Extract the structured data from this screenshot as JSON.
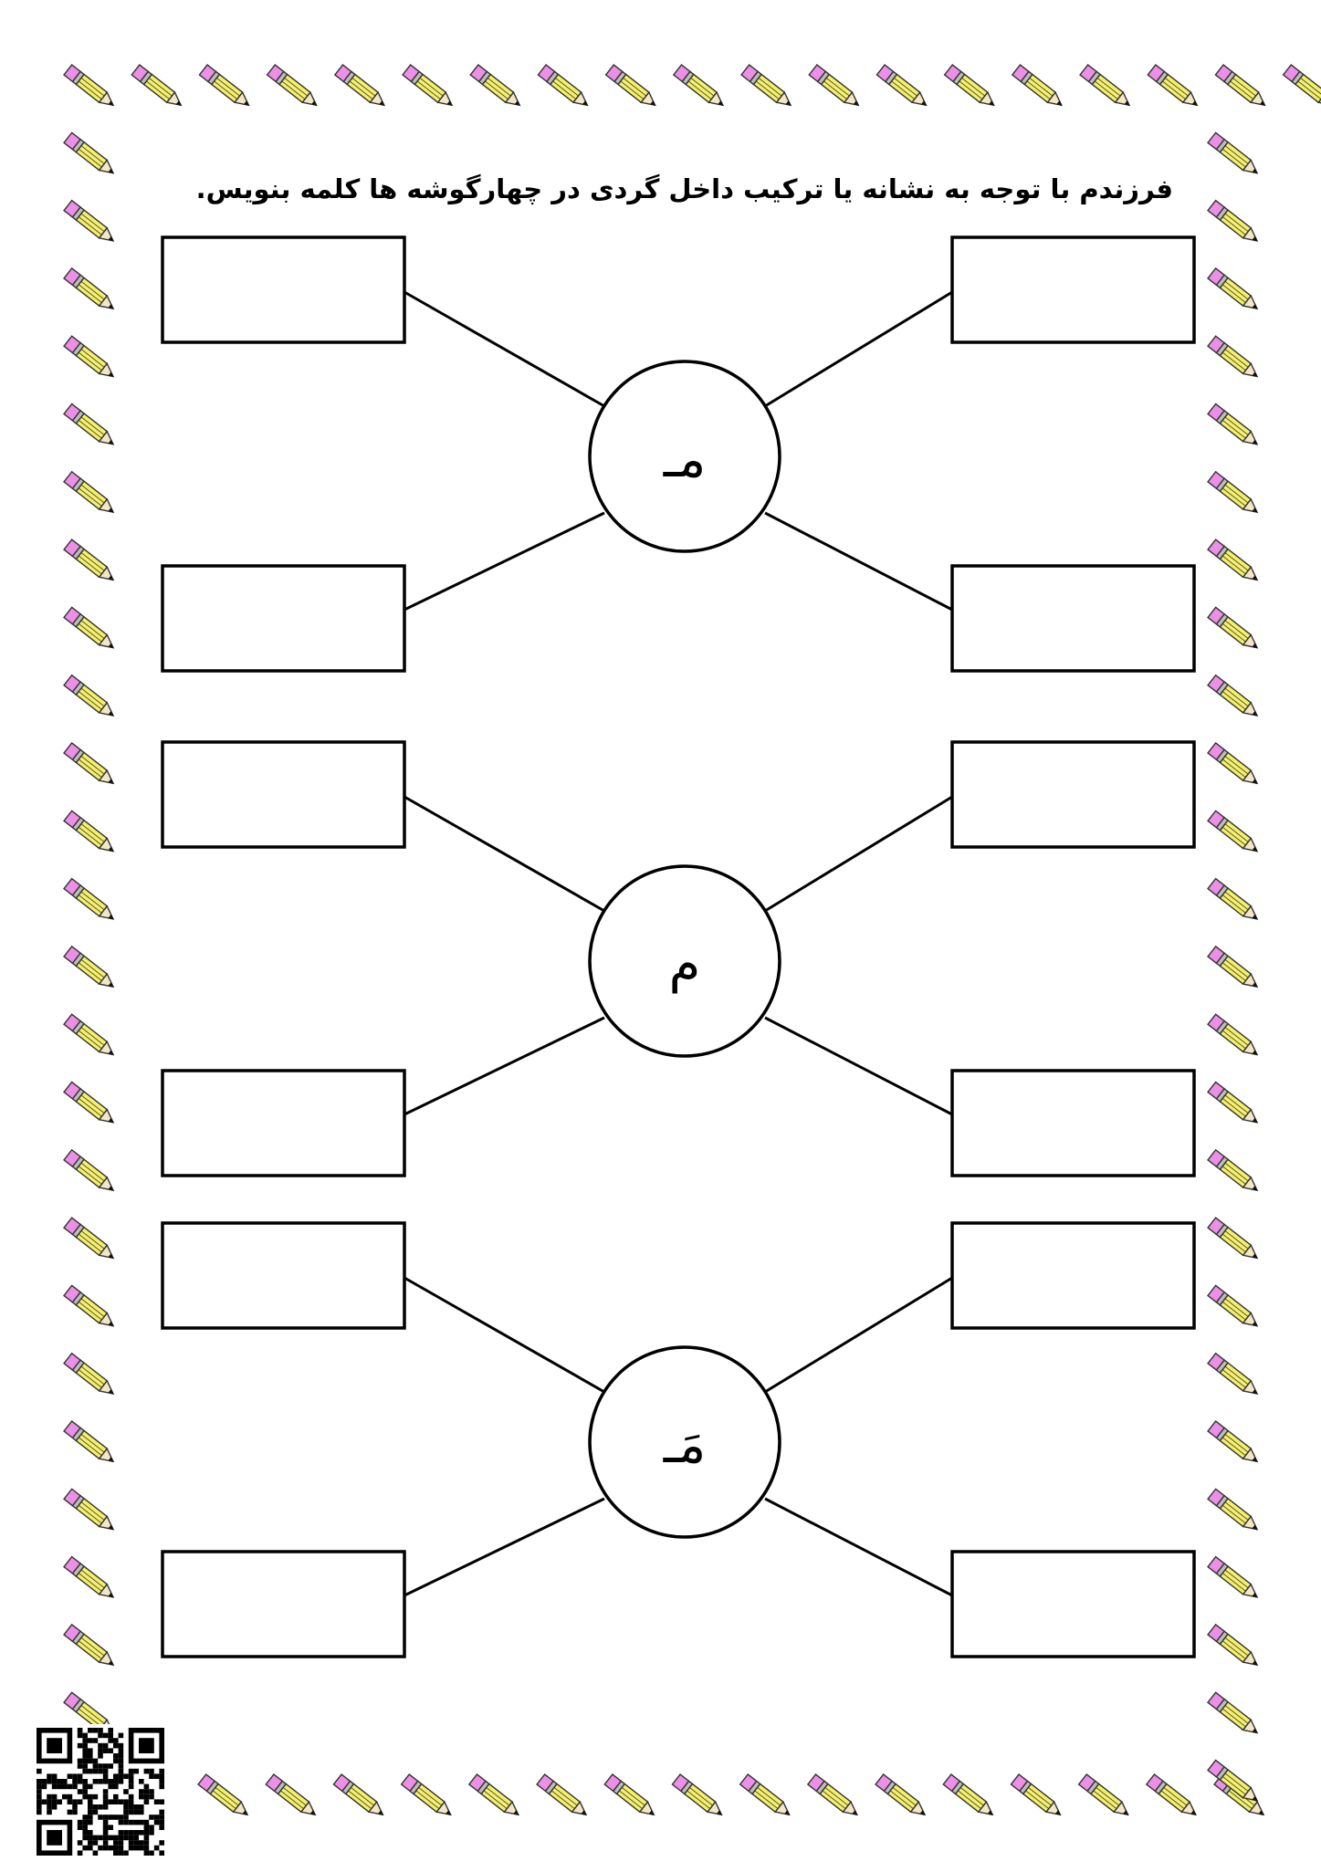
{
  "instruction": "فرزندم با توجه به نشانه یا ترکیب داخل گردی در چهارگوشه ها کلمه بنویس.",
  "groups": [
    {
      "letter": "مـ",
      "answer_boxes": [
        "",
        "",
        "",
        ""
      ]
    },
    {
      "letter": "م",
      "answer_boxes": [
        "",
        "",
        "",
        ""
      ]
    },
    {
      "letter": "مَـ",
      "answer_boxes": [
        "",
        "",
        "",
        ""
      ]
    }
  ],
  "border": {
    "decoration_icon": "pencil-icon",
    "colors": {
      "pencil_body": "#f4f06a",
      "pencil_eraser": "#ec8fe6",
      "pencil_tip": "#111111"
    }
  },
  "footer": {
    "qr_icon": "qr-code-icon"
  }
}
